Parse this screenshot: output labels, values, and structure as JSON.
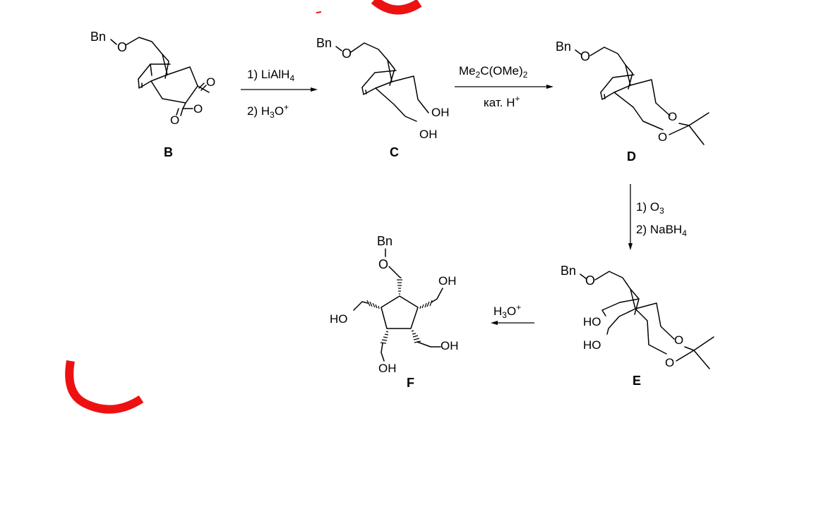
{
  "compounds": {
    "B": {
      "label": "B",
      "bn": "Bn",
      "o": "O"
    },
    "C": {
      "label": "C",
      "bn": "Bn",
      "o": "O",
      "oh": "OH"
    },
    "D": {
      "label": "D",
      "bn": "Bn",
      "o": "O"
    },
    "E": {
      "label": "E",
      "bn": "Bn",
      "o": "O",
      "ho": "HO"
    },
    "F": {
      "label": "F",
      "bn": "Bn",
      "o": "O",
      "oh": "OH",
      "ho": "HO"
    }
  },
  "steps": {
    "b_to_c": {
      "line1_pre": "1) LiAlH",
      "line1_sub": "4",
      "line2_pre": "2) H",
      "line2_sub": "3",
      "line2_post": "O",
      "line2_sup": "+"
    },
    "c_to_d": {
      "line1_a": "Me",
      "line1_sub1": "2",
      "line1_b": "C(OMe)",
      "line1_sub2": "2",
      "line2": "кат. H",
      "line2_sup": "+"
    },
    "d_to_e": {
      "line1_pre": "1) O",
      "line1_sub": "3",
      "line2_pre": "2) NaBH",
      "line2_sub": "4"
    },
    "e_to_f": {
      "pre": "H",
      "sub": "3",
      "post": "O",
      "sup": "+"
    }
  },
  "decor_color": "#ee1111"
}
